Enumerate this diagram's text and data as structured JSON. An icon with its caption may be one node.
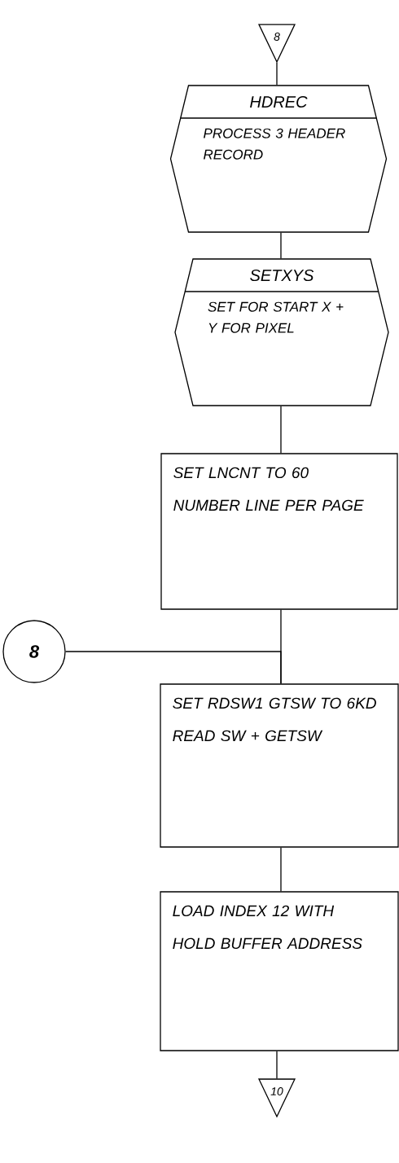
{
  "diagram": {
    "nodes": [
      {
        "text": [
          "8"
        ]
      },
      {
        "text": [
          "HDREC",
          "PROCESS 3 HEADER RECORD"
        ]
      },
      {
        "text": [
          "SETXYS",
          "SET FOR START X + Y FOR PIXEL"
        ]
      },
      {
        "text": [
          "SET LNCNT TO 60 NUMBER LINE PER PAGE"
        ]
      },
      {
        "text": [
          "8"
        ]
      },
      {
        "text": [
          "SET RDSW1 GTSW TO 6KD READ SW + GETSW"
        ]
      },
      {
        "text": [
          "LOAD INDEX 12 WITH HOLD BUFFER ADDRESS"
        ]
      },
      {
        "text": [
          "10"
        ]
      }
    ],
    "edges": [
      {
        "from": 0,
        "to": 1,
        "arrow": "none"
      },
      {
        "from": 1,
        "to": 2,
        "arrow": "none"
      },
      {
        "from": 2,
        "to": 3,
        "arrow": "none"
      },
      {
        "from": 3,
        "to": 5,
        "arrow": "none"
      },
      {
        "from": 4,
        "to": 5,
        "arrow": "none"
      },
      {
        "from": 5,
        "to": 6,
        "arrow": "none"
      },
      {
        "from": 6,
        "to": 7,
        "arrow": "none"
      }
    ]
  }
}
